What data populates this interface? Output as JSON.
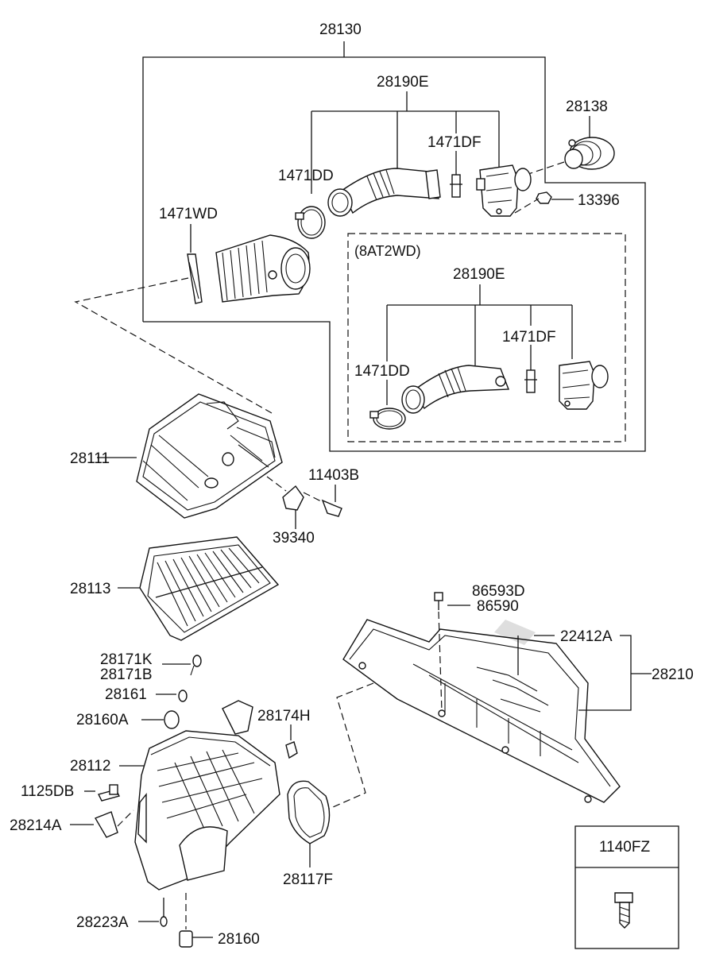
{
  "labels": {
    "l28130": "28130",
    "l28190E_top": "28190E",
    "l28138": "28138",
    "l1471DF_top": "1471DF",
    "l1471DD_top": "1471DD",
    "l13396": "13396",
    "l1471WD": "1471WD",
    "l8AT2WD": "(8AT2WD)",
    "l28190E_box": "28190E",
    "l1471DF_box": "1471DF",
    "l1471DD_box": "1471DD",
    "l28111": "28111",
    "l11403B": "11403B",
    "l39340": "39340",
    "l28113": "28113",
    "l86593D": "86593D",
    "l86590": "86590",
    "l22412A": "22412A",
    "l28210": "28210",
    "l28171K": "28171K",
    "l28171B": "28171B",
    "l28161": "28161",
    "l28160A": "28160A",
    "l28174H": "28174H",
    "l28112": "28112",
    "l1125DB": "1125DB",
    "l28214A": "28214A",
    "l28117F": "28117F",
    "l28223A": "28223A",
    "l28160": "28160",
    "l1140FZ": "1140FZ"
  },
  "icons": [
    "air-duct-hose",
    "air-cleaner-cover",
    "air-filter-element",
    "air-cleaner-body",
    "resonator-duct",
    "hose-clamp",
    "bolt",
    "nut",
    "grommet",
    "gasket",
    "bracket"
  ]
}
